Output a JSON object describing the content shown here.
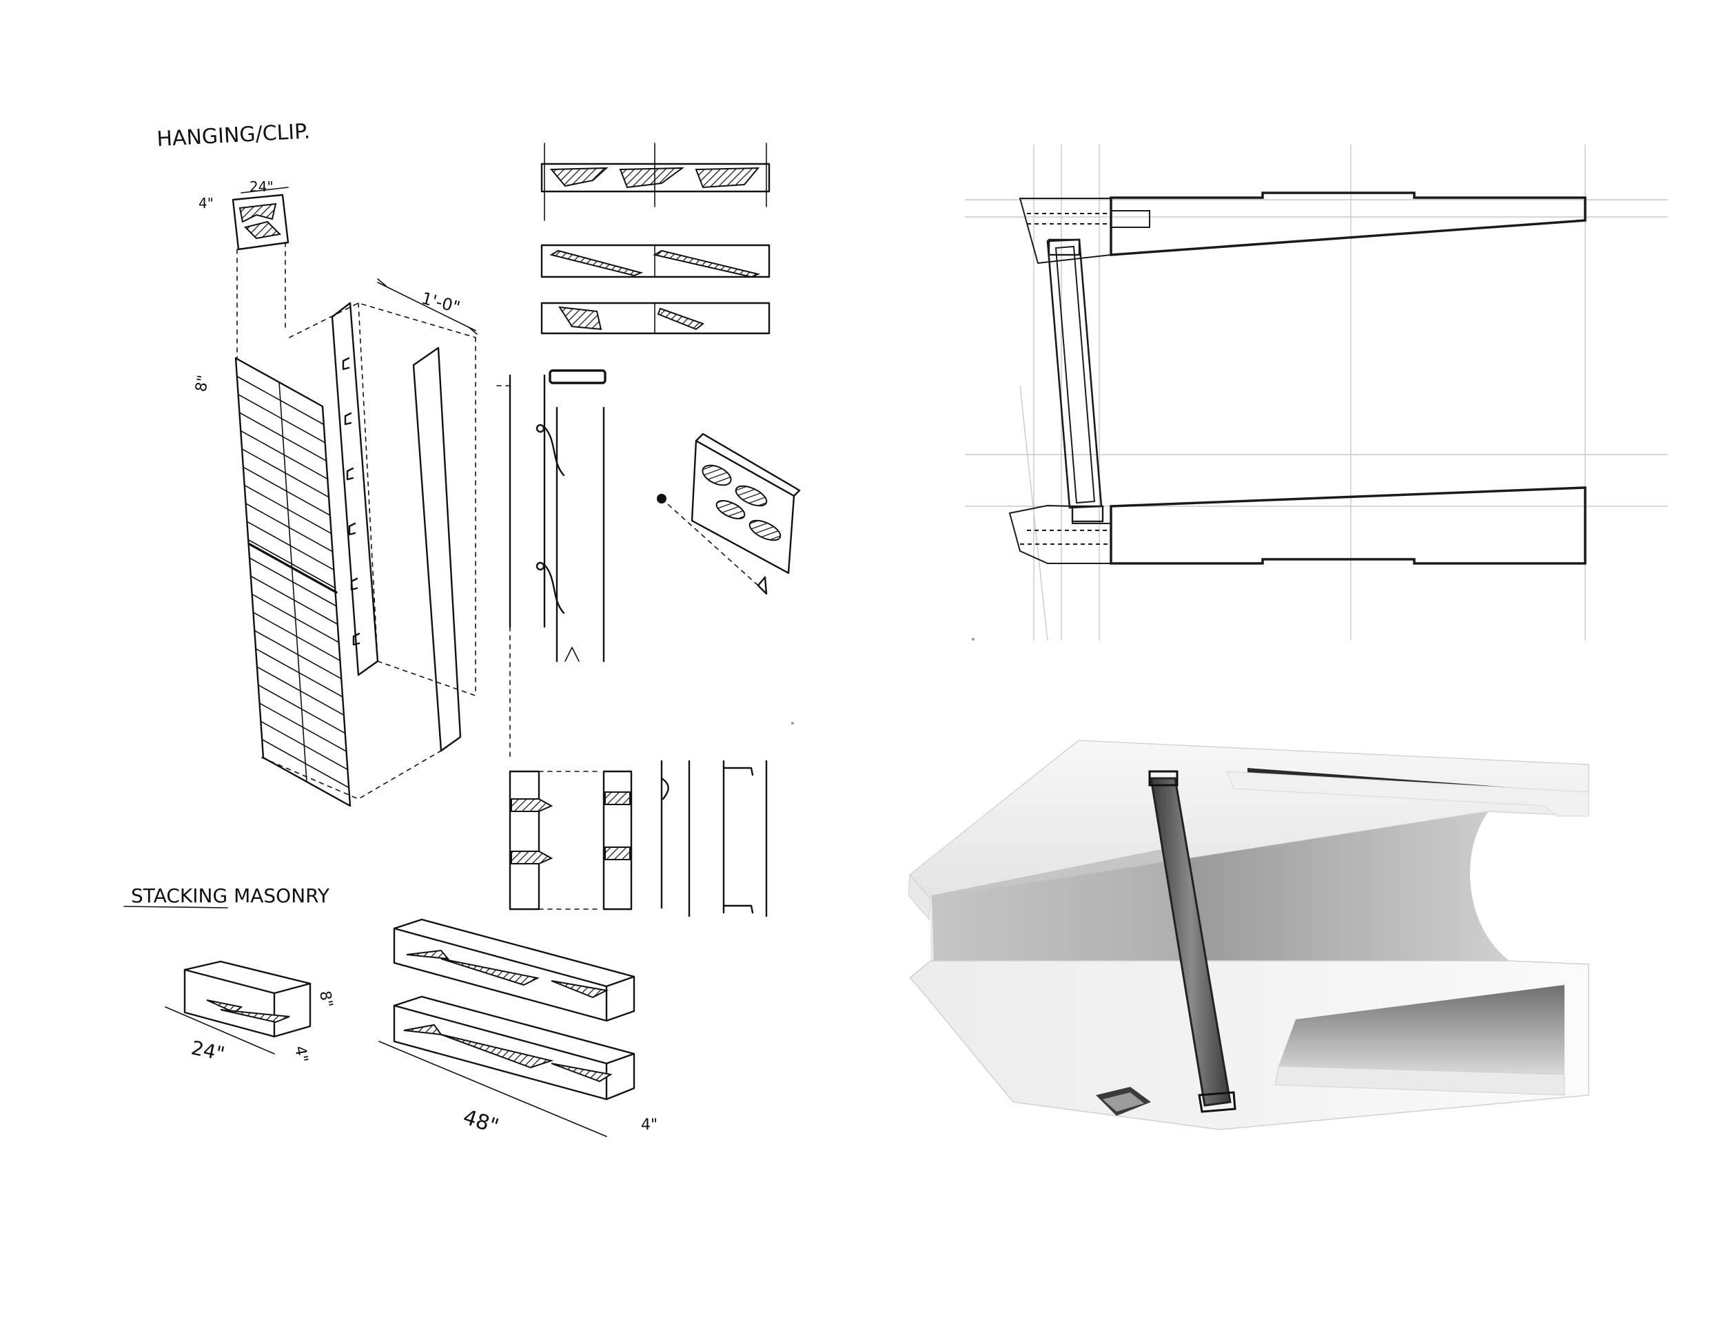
{
  "labels": {
    "hanging_title": "HANGING/CLIP.",
    "dim_24_top": "24\"",
    "dim_4_top": "4\"",
    "dim_1_0": "1'-0\"",
    "dim_8_panel": "8\"",
    "stacking_title": "STACKING MASONRY",
    "dim_24_block": "24\"",
    "dim_8_block": "8\"",
    "dim_4_block": "4\"",
    "dim_48_block": "48\"",
    "dim_4_long": "4\""
  },
  "colors": {
    "ink": "#111111",
    "render_light": "#f2f2f2",
    "render_mid": "#bdbdbd",
    "glass": "#6d6d6d"
  }
}
